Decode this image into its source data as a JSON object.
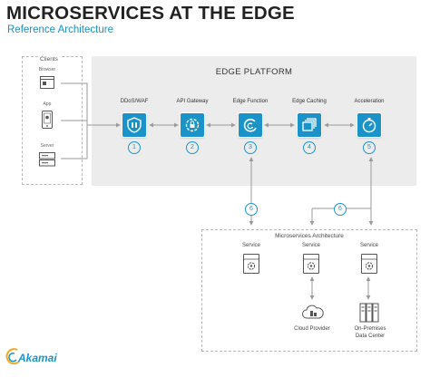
{
  "header": {
    "title": "MICROSERVICES AT THE EDGE",
    "subtitle": "Reference Architecture"
  },
  "clients": {
    "title": "Clients",
    "items": [
      {
        "label": "Browser",
        "icon": "browser-icon"
      },
      {
        "label": "App",
        "icon": "mobile-app-icon"
      },
      {
        "label": "Server",
        "icon": "server-icon"
      }
    ]
  },
  "edge_platform": {
    "title": "EDGE PLATFORM",
    "components": [
      {
        "label": "DDoS/WAF",
        "number": "1",
        "icon": "shield-icon"
      },
      {
        "label": "API Gateway",
        "number": "2",
        "icon": "gear-lock-icon"
      },
      {
        "label": "Edge Function",
        "number": "3",
        "icon": "function-swirl-icon"
      },
      {
        "label": "Edge Caching",
        "number": "4",
        "icon": "stacked-layers-icon"
      },
      {
        "label": "Acceleration",
        "number": "5",
        "icon": "speedometer-icon"
      }
    ]
  },
  "connectors": {
    "edge_function_link": "6",
    "acceleration_link": "6"
  },
  "microservices": {
    "title": "Microservices Architecture",
    "services": [
      {
        "label": "Service"
      },
      {
        "label": "Service"
      },
      {
        "label": "Service"
      }
    ],
    "backends": [
      {
        "label": "Cloud Provider",
        "icon": "cloud-icon"
      },
      {
        "label": "On-Premises Data Center",
        "line1": "On-Premises",
        "line2": "Data Center",
        "icon": "server-rack-icon"
      }
    ]
  },
  "branding": {
    "logo_text": "Akamai"
  },
  "colors": {
    "accent": "#1a94c8",
    "edge_background": "#ececec",
    "arrow": "#9a9a9a",
    "text_dark": "#222222"
  }
}
